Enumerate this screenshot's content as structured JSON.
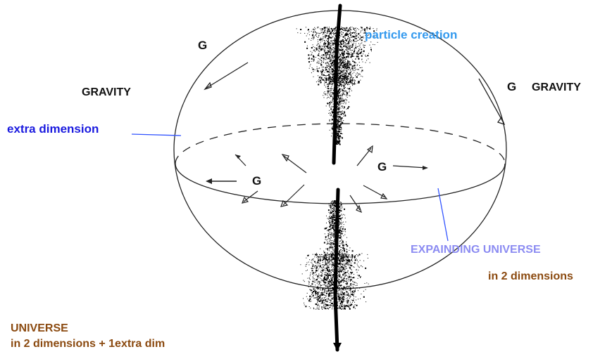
{
  "labels": {
    "particle_creation": "particle creation",
    "g_top": "G",
    "gravity_left": "GRAVITY",
    "g_right": "G",
    "gravity_right": "GRAVITY",
    "extra_dimension": "extra dimension",
    "g_inner_right": "G",
    "g_inner_left": "G",
    "expanding_universe": "EXPAINDING UNIVERSE",
    "in_2_dimensions": "in 2 dimensions",
    "universe": "UNIVERSE",
    "universe_sub": "in 2 dimensions + 1extra dim"
  },
  "colors": {
    "black_text": "#111111",
    "blue_text": "#1a1adf",
    "sky_blue_text": "#3399ee",
    "lavender_text": "#8c8cf2",
    "brown_text": "#8b4a10",
    "leader_line": "#3355ff"
  }
}
